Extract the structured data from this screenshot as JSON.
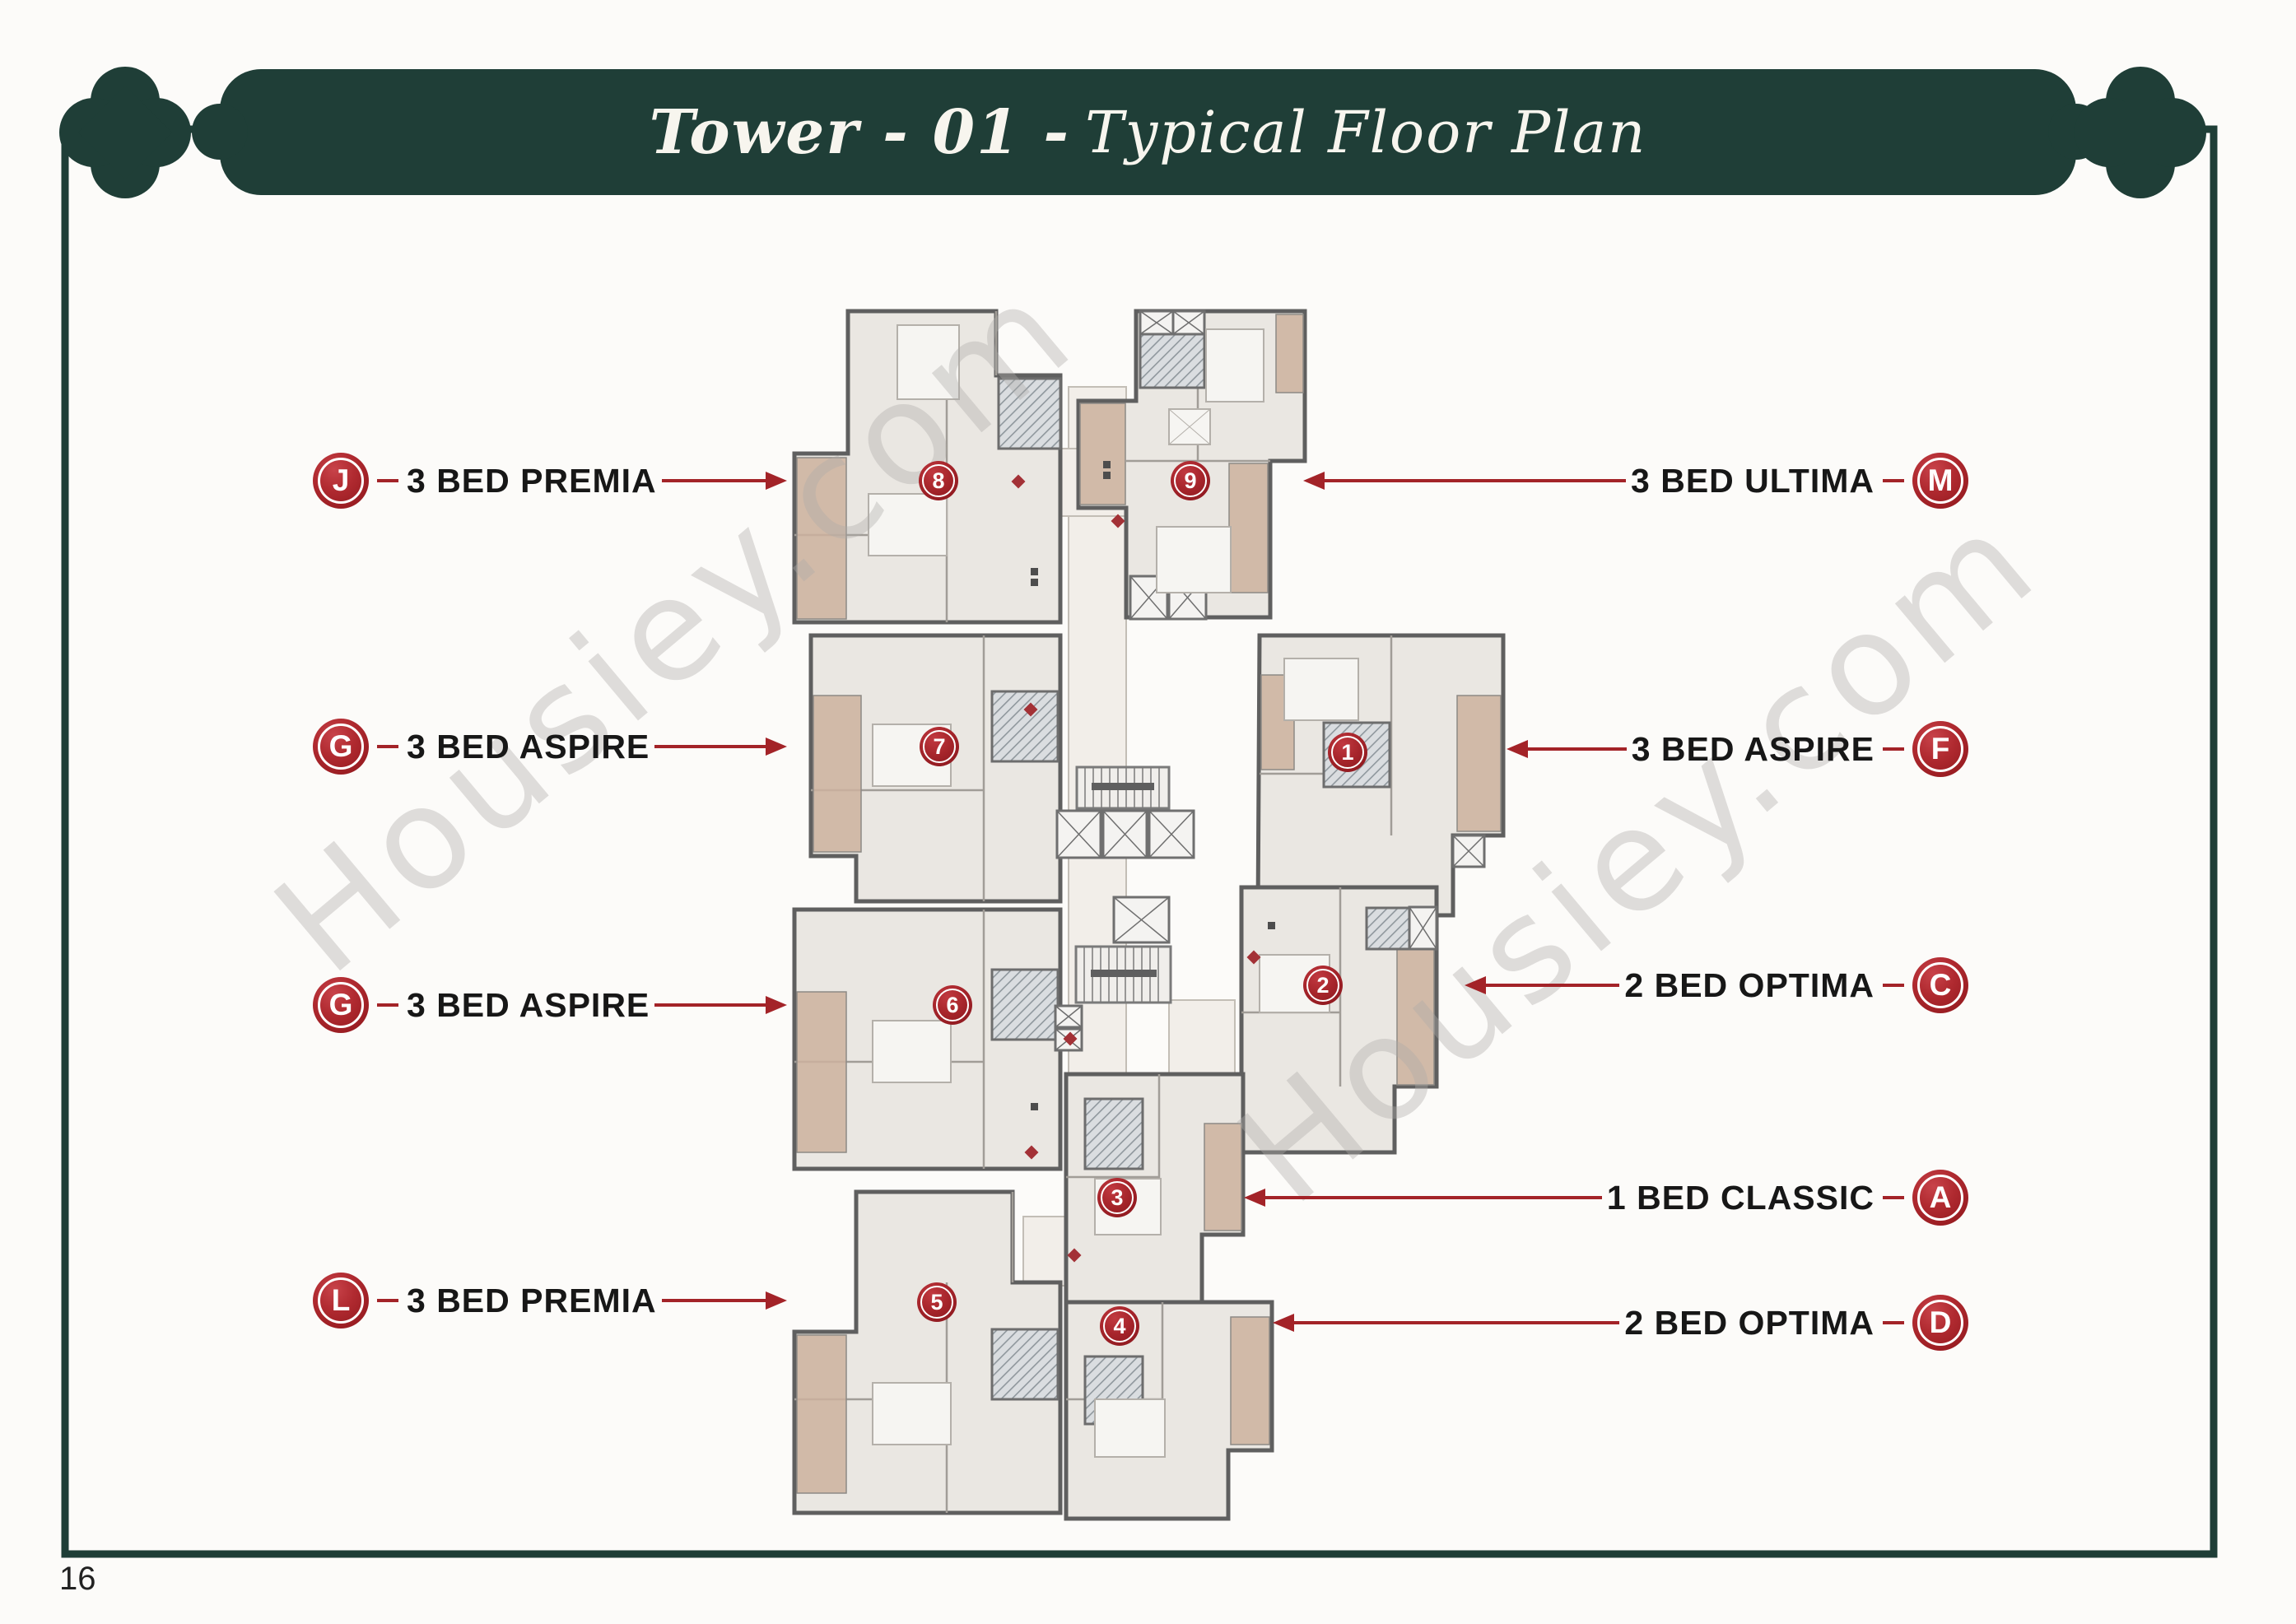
{
  "page": {
    "title": {
      "prefix": "Tower - 01 -",
      "suffix": "Typical Floor Plan"
    },
    "page_number": "16",
    "watermark": "Housiey.com"
  },
  "legend": {
    "left": [
      {
        "letter": "J",
        "label": "3 BED PREMIA"
      },
      {
        "letter": "G",
        "label": "3 BED ASPIRE"
      },
      {
        "letter": "G",
        "label": "3 BED ASPIRE"
      },
      {
        "letter": "L",
        "label": "3 BED PREMIA"
      }
    ],
    "right": [
      {
        "letter": "M",
        "label": "3 BED ULTIMA"
      },
      {
        "letter": "F",
        "label": "3 BED ASPIRE"
      },
      {
        "letter": "C",
        "label": "2 BED OPTIMA"
      },
      {
        "letter": "A",
        "label": "1 BED CLASSIC"
      },
      {
        "letter": "D",
        "label": "2 BED OPTIMA"
      }
    ]
  },
  "plan": {
    "unit_markers": [
      "1",
      "2",
      "3",
      "4",
      "5",
      "6",
      "7",
      "8",
      "9"
    ]
  },
  "colors": {
    "accent_green": "#1f3e37",
    "accent_red": "#a32328",
    "badge_red": "#a5191e",
    "balcony_tan": "#ccb29d"
  }
}
